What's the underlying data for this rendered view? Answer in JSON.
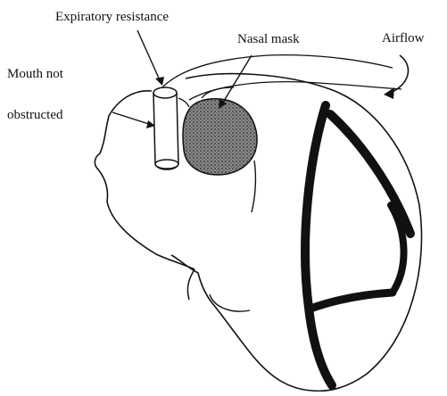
{
  "labels": {
    "expiratory_resistance": "Expiratory resistance",
    "nasal_mask": "Nasal mask",
    "airflow": "Airflow",
    "mouth_line1": "Mouth not",
    "mouth_line2": "obstructed"
  },
  "colors": {
    "ink": "#111111",
    "mask_fill": "#6f6f6f",
    "background": "#ffffff"
  }
}
